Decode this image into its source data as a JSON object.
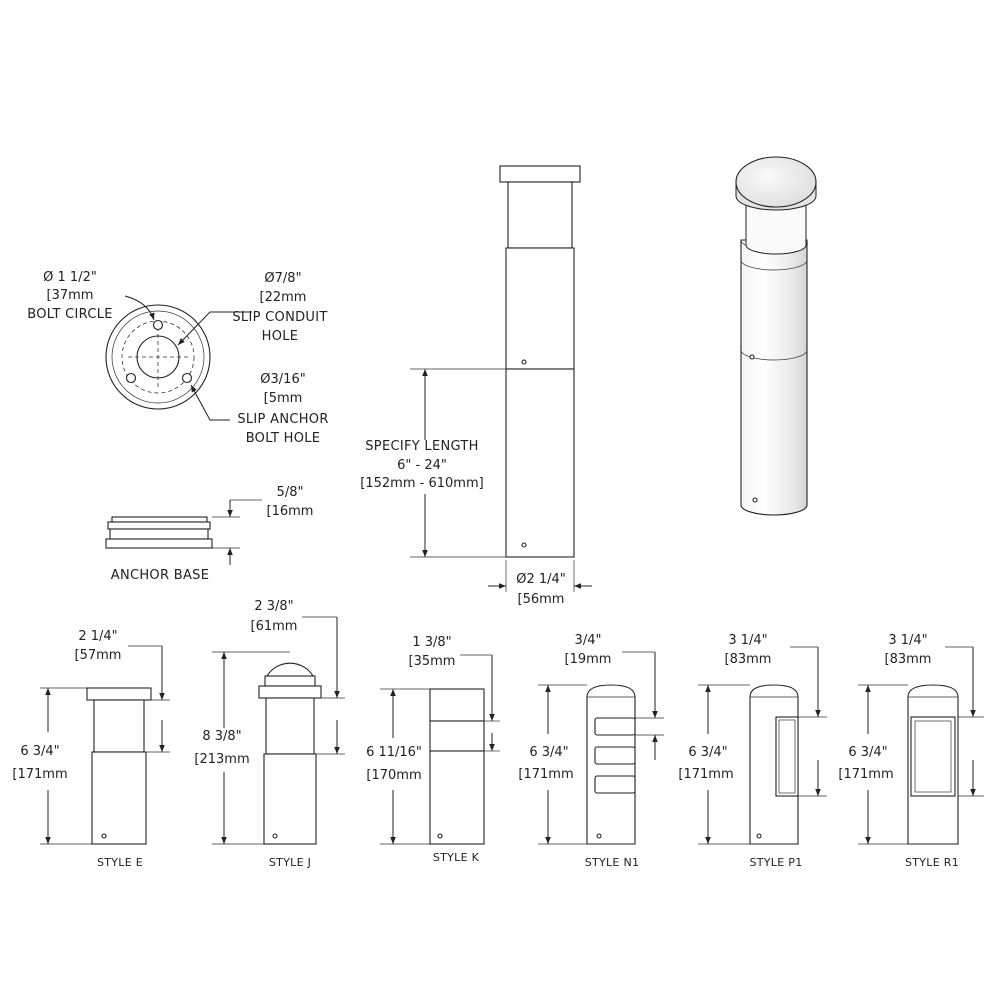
{
  "views": {
    "base_top": {
      "bolt_circle": {
        "dia": "1 1/2\"",
        "mm": "[37mm",
        "name": "BOLT CIRCLE"
      },
      "conduit": {
        "dia": "7/8\"",
        "mm": "[22mm",
        "name_line1": "SLIP CONDUIT",
        "name_line2": "HOLE"
      },
      "anchor_bolt": {
        "dia": "3/16\"",
        "mm": "[5mm",
        "name_line1": "SLIP ANCHOR",
        "name_line2": "BOLT HOLE"
      }
    },
    "anchor_base": {
      "height": "5/8\"",
      "height_mm": "[16mm",
      "name": "ANCHOR BASE"
    },
    "main": {
      "length_line1": "SPECIFY LENGTH",
      "length_line2": "6\" - 24\"",
      "length_line3": "[152mm - 610mm]",
      "diameter": "2 1/4\"",
      "diameter_mm": "[56mm"
    }
  },
  "diameter_symbol": "Ø",
  "styles": [
    {
      "name": "STYLE E",
      "top_dim": "2 1/4\"",
      "top_mm": "[57mm",
      "height": "6 3/4\"",
      "height_mm": "[171mm"
    },
    {
      "name": "STYLE J",
      "top_dim": "2 3/8\"",
      "top_mm": "[61mm",
      "height": "8 3/8\"",
      "height_mm": "[213mm"
    },
    {
      "name": "STYLE K",
      "top_dim": "1 3/8\"",
      "top_mm": "[35mm",
      "height": "6 11/16\"",
      "height_mm": "[170mm"
    },
    {
      "name": "STYLE N1",
      "top_dim": "3/4\"",
      "top_mm": "[19mm",
      "height": "6 3/4\"",
      "height_mm": "[171mm"
    },
    {
      "name": "STYLE P1",
      "top_dim": "3 1/4\"",
      "top_mm": "[83mm",
      "height": "6 3/4\"",
      "height_mm": "[171mm"
    },
    {
      "name": "STYLE R1",
      "top_dim": "3 1/4\"",
      "top_mm": "[83mm",
      "height": "6 3/4\"",
      "height_mm": "[171mm"
    }
  ]
}
